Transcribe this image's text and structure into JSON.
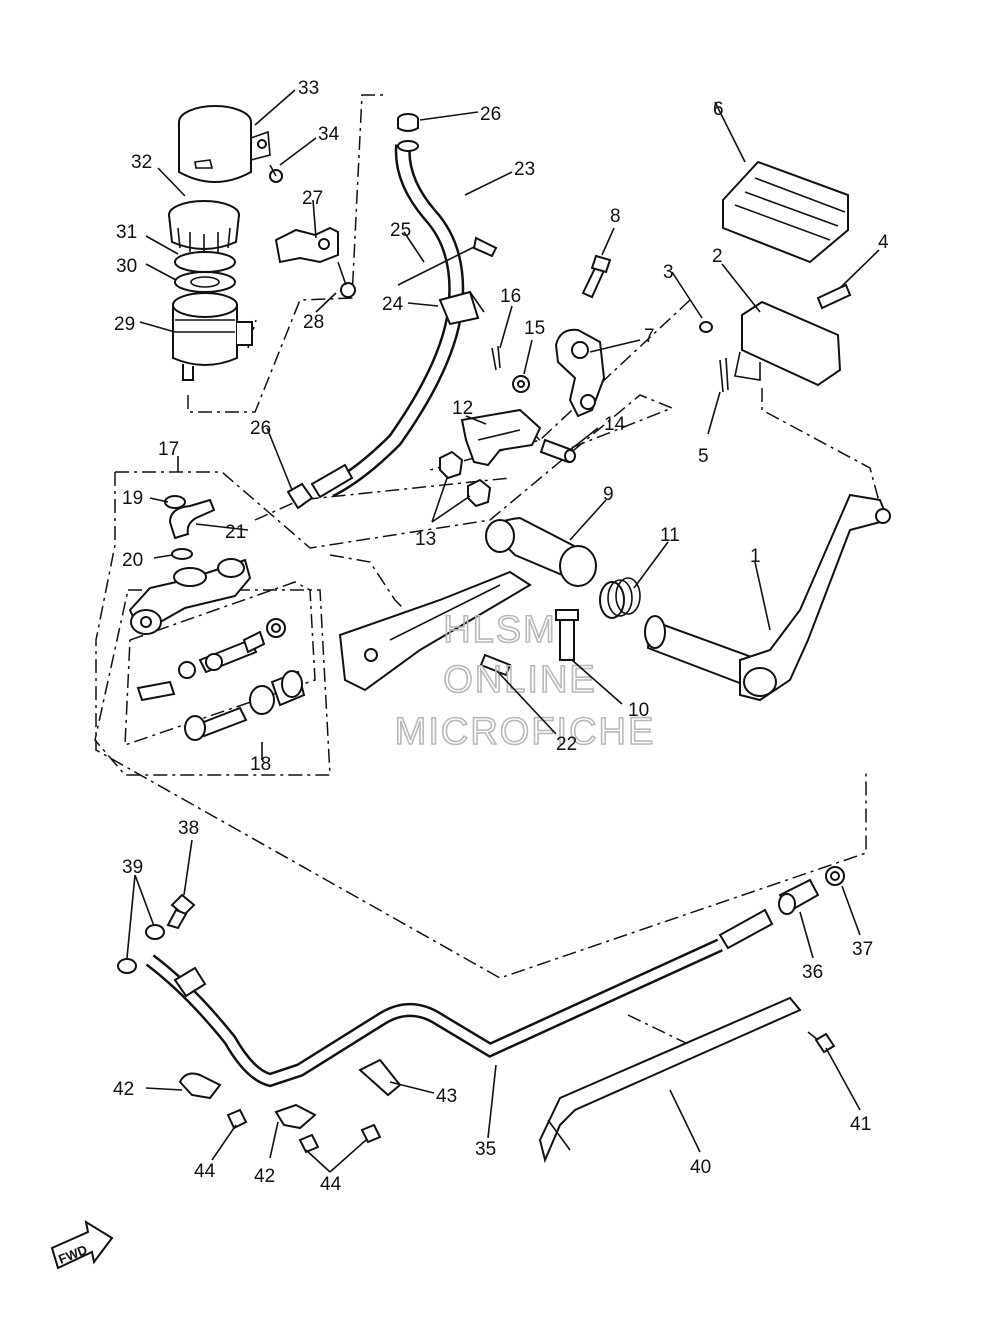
{
  "watermark": {
    "line1": "HLSM",
    "line2": "ONLINE",
    "line3": "MICROFICHE"
  },
  "direction_label": "FWD",
  "callouts": [
    "1",
    "2",
    "4",
    "5",
    "6",
    "7",
    "8",
    "9",
    "10",
    "11",
    "12",
    "13",
    "14",
    "15",
    "16",
    "17",
    "18",
    "19",
    "20",
    "21",
    "22",
    "23",
    "24",
    "25",
    "26",
    "26",
    "27",
    "28",
    "29",
    "30",
    "31",
    "32",
    "33",
    "34",
    "35",
    "36",
    "37",
    "38",
    "39",
    "40",
    "41",
    "42",
    "42",
    "43",
    "44",
    "44",
    "3"
  ]
}
